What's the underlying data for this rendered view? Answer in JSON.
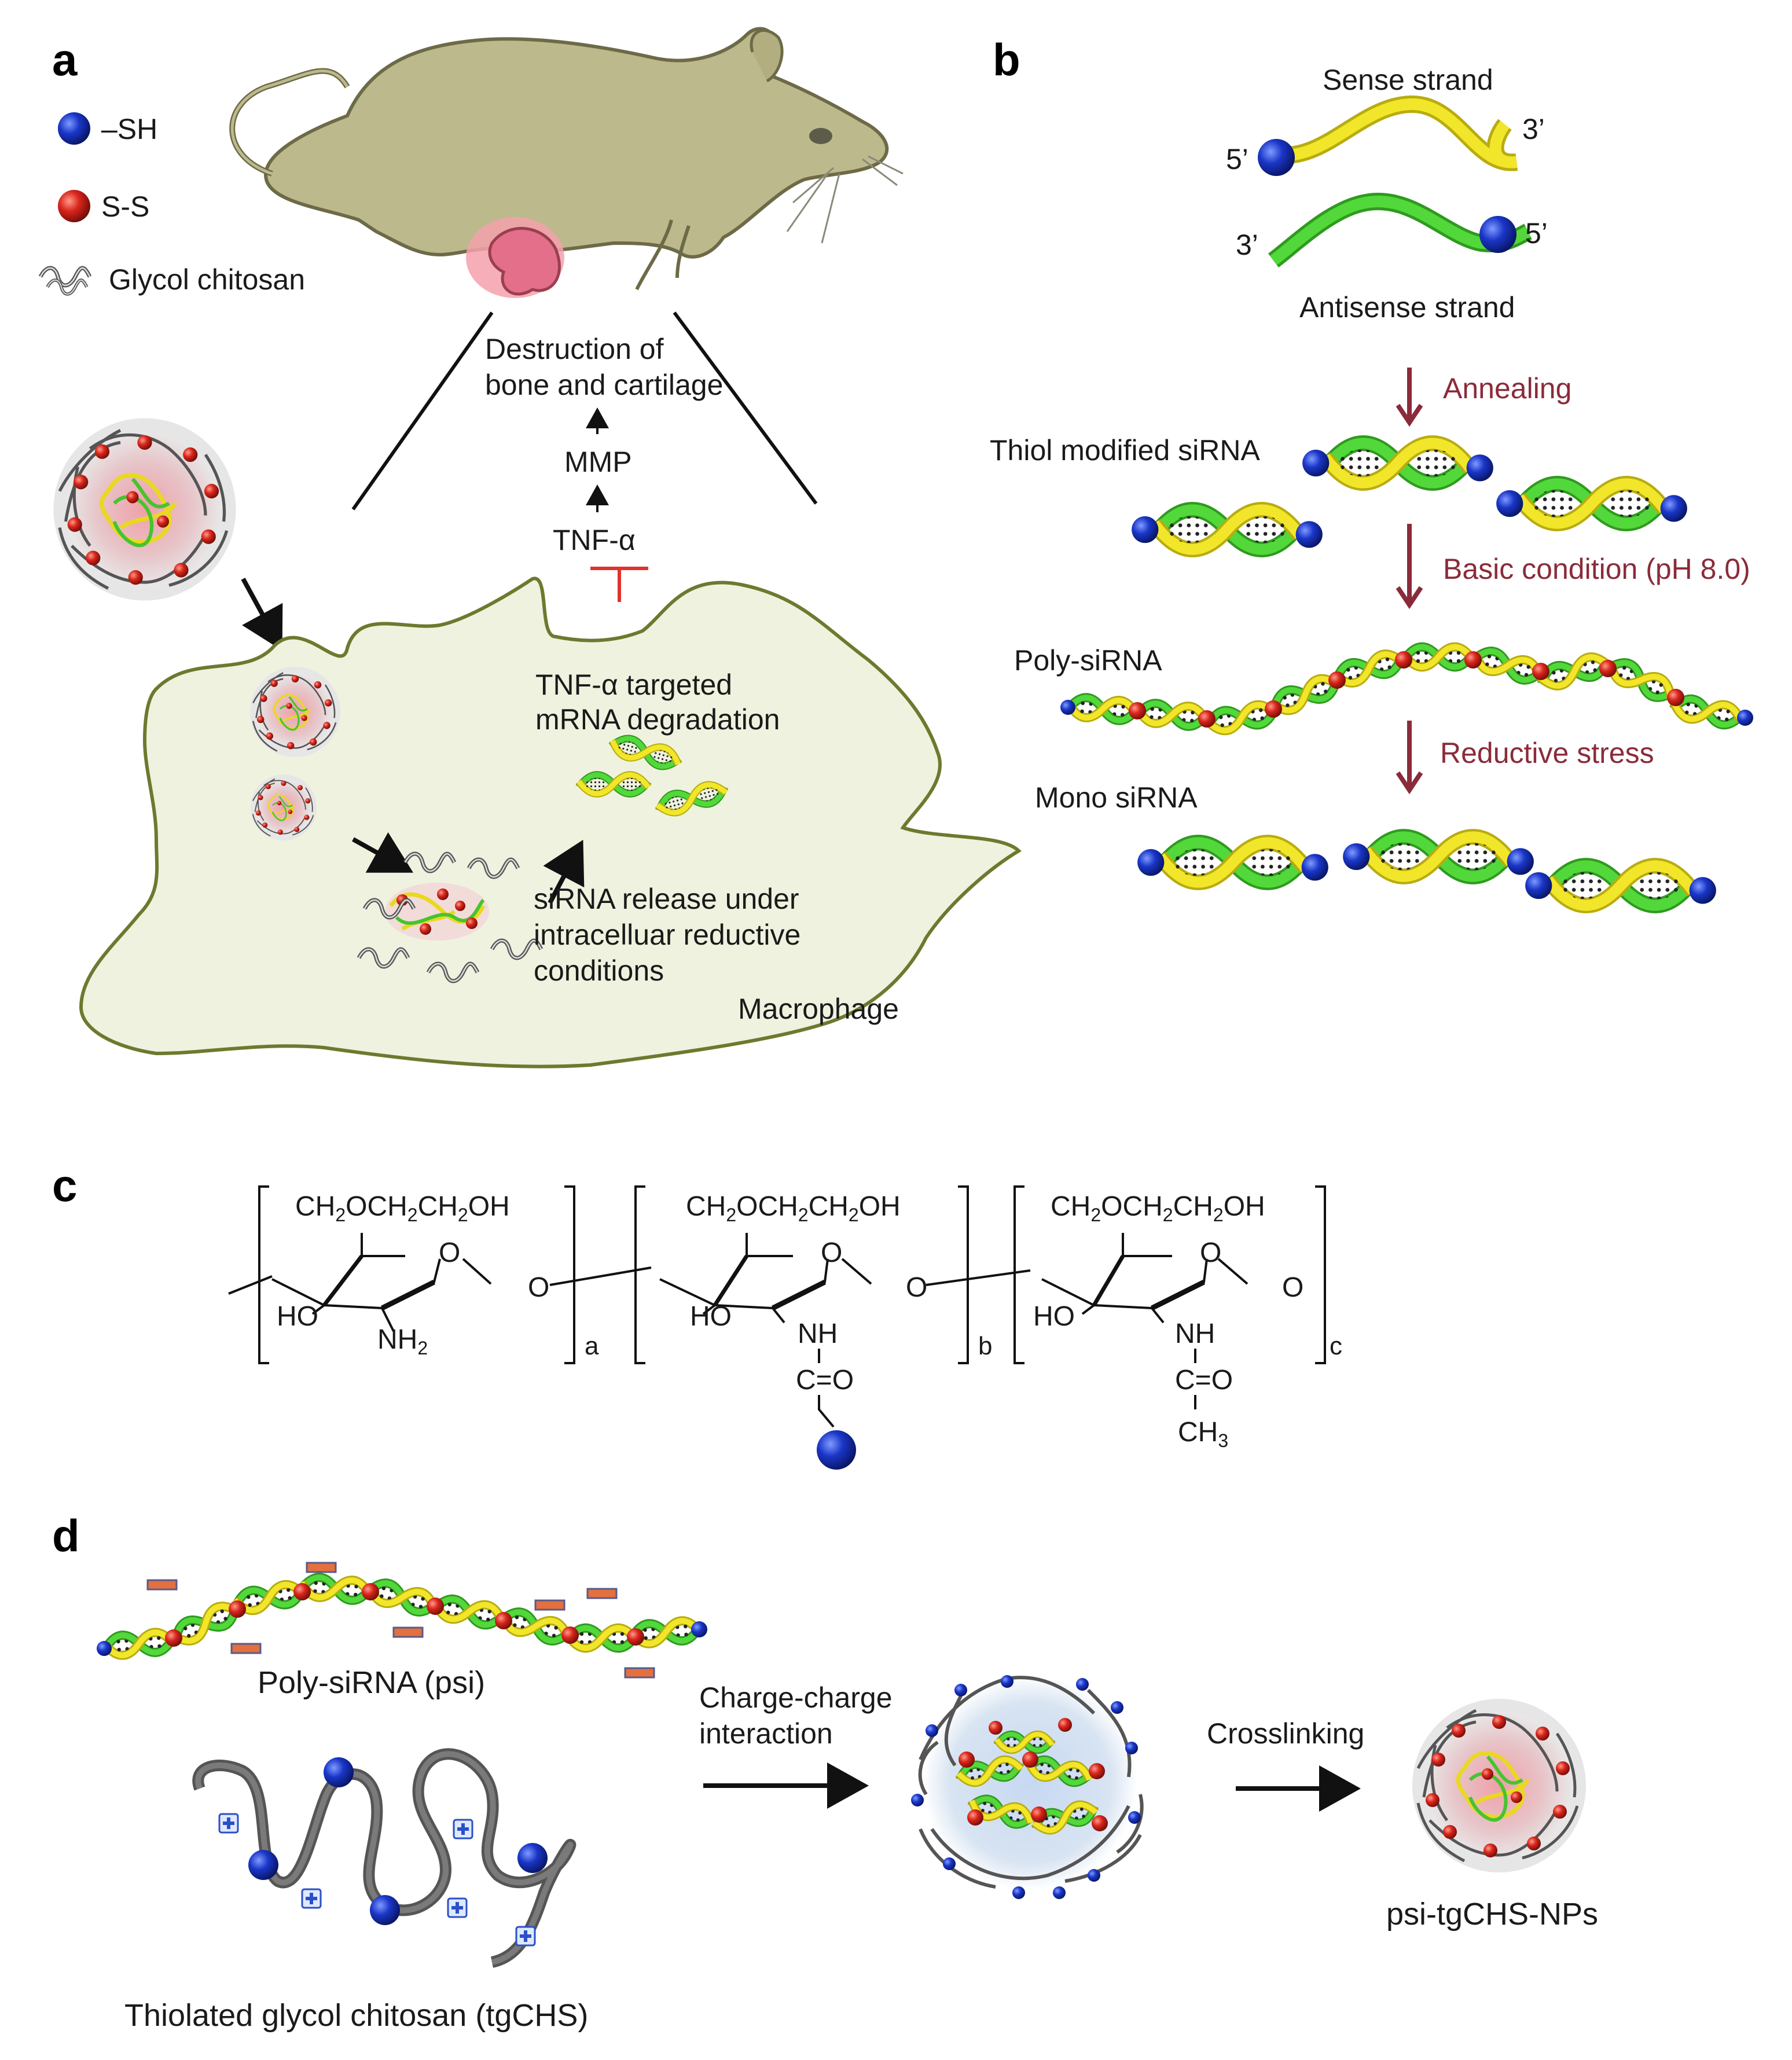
{
  "colors": {
    "thiol": "#1a36c8",
    "disulfide": "#d8251b",
    "sense": "#f2e62a",
    "antisense": "#52d83a",
    "mouse": "#bcb98c",
    "cell": "#eff2df",
    "cell_border": "#6b7a2e",
    "arrow_red": "#8b2b3a",
    "inhibit": "#e0332e",
    "chitosan": "#6e6e6e",
    "charge_neg": "#e3703e",
    "charge_pos": "#2a50c8"
  },
  "panel_labels": {
    "a": "a",
    "b": "b",
    "c": "c",
    "d": "d"
  },
  "panel_a": {
    "legend": {
      "sh": "–SH",
      "ss": "S-S",
      "chitosan": "Glycol chitosan"
    },
    "destruction": [
      "Destruction of",
      "bone and cartilage"
    ],
    "mmp": "MMP",
    "tnf": "TNF-α",
    "tnf_targeted": [
      "TNF-α targeted",
      "mRNA degradation"
    ],
    "release": [
      "siRNA release under",
      "intracelluar reductive",
      "conditions"
    ],
    "macrophage": "Macrophage"
  },
  "panel_b": {
    "sense_strand": "Sense strand",
    "antisense_strand": "Antisense strand",
    "sense_5": "5’",
    "sense_3": "3’",
    "anti_3": "3’",
    "anti_5": "5’",
    "annealing": "Annealing",
    "thiol_modified": "Thiol modified siRNA",
    "basic_condition": "Basic condition (pH 8.0)",
    "poly_sirna": "Poly-siRNA",
    "reductive_stress": "Reductive stress",
    "mono_sirna": "Mono siRNA"
  },
  "panel_c": {
    "unit_a_side": "CH2OCH2CH2OH",
    "ring_o": "O",
    "link_o": "O",
    "ho": "HO",
    "nh2": "NH2",
    "nh": "NH",
    "co": "C=O",
    "ch3": "CH3",
    "sub_a": "a",
    "sub_b": "b",
    "sub_c": "c"
  },
  "panel_d": {
    "poly_sirna_psi": "Poly-siRNA (psi)",
    "tgchs": "Thiolated glycol chitosan (tgCHS)",
    "charge_interaction": [
      "Charge-charge",
      "interaction"
    ],
    "crosslinking": "Crosslinking",
    "nps": "psi-tgCHS-NPs"
  }
}
